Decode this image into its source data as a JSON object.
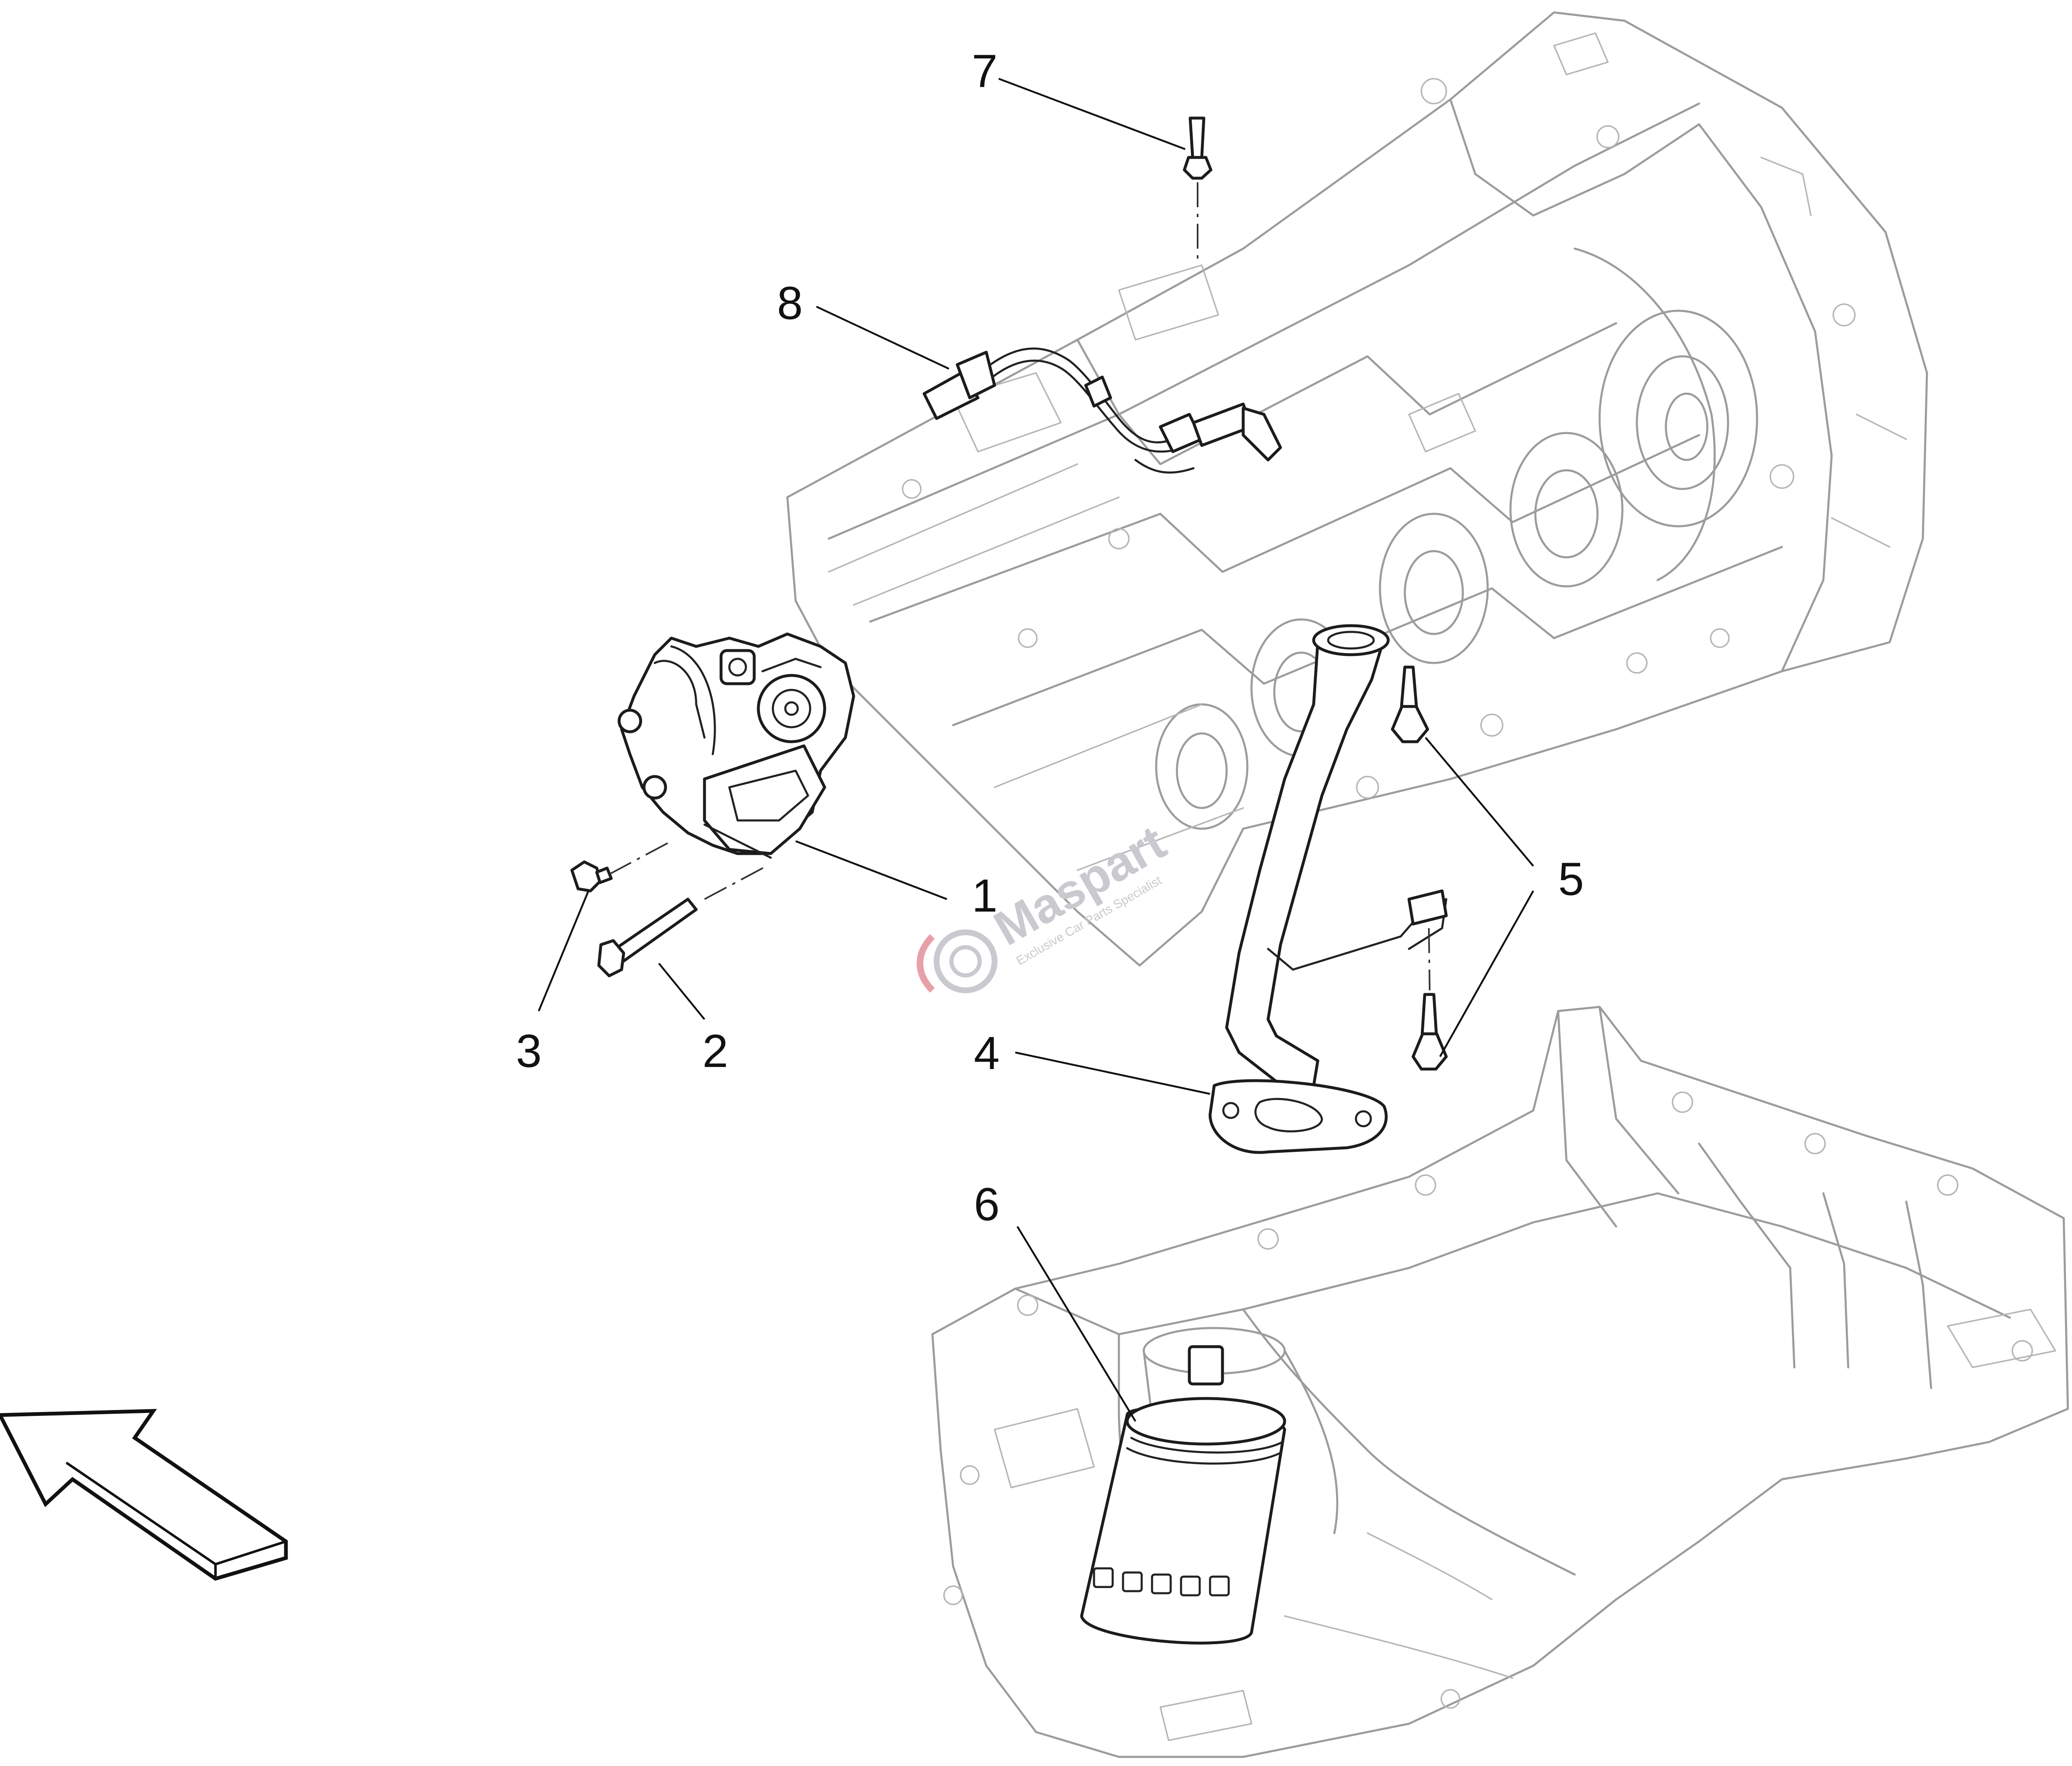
{
  "diagram": {
    "callouts": [
      {
        "id": "1",
        "label": "1",
        "part": "oil-pump"
      },
      {
        "id": "2",
        "label": "2",
        "part": "long-bolt"
      },
      {
        "id": "3",
        "label": "3",
        "part": "short-bolt"
      },
      {
        "id": "4",
        "label": "4",
        "part": "oil-pickup-tube"
      },
      {
        "id": "5",
        "label": "5",
        "part": "pickup-tube-bolts"
      },
      {
        "id": "6",
        "label": "6",
        "part": "oil-filter"
      },
      {
        "id": "7",
        "label": "7",
        "part": "sensor-bolt"
      },
      {
        "id": "8",
        "label": "8",
        "part": "oil-level-sensor-harness"
      }
    ],
    "direction_arrow": {
      "icon": "front-direction-arrow-icon"
    }
  },
  "watermark": {
    "name": "Maspart",
    "tagline": "Exclusive Car Parts Specialist",
    "icon": "brake-disc-icon",
    "color": "#c9c9cf",
    "accent": "#e8a0a8"
  }
}
